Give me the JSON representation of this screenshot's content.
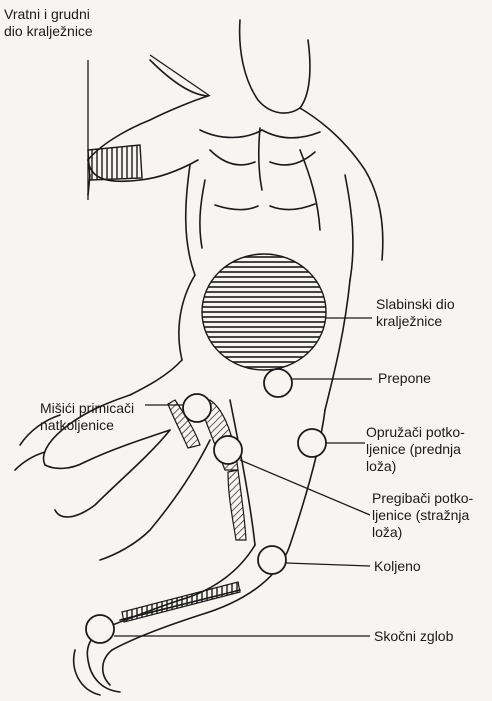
{
  "labels": {
    "cervical_thoracic_spine": [
      "Vratni i grudni",
      "dio kralježnice"
    ],
    "lumbar_spine": [
      "Slabinski dio",
      "kralježnice"
    ],
    "groin": [
      "Prepone"
    ],
    "thigh_adductors": [
      "Mišići primicači",
      "natkoljenice"
    ],
    "knee_extensors": [
      "Opružači potko-",
      "ljenice (prednja",
      "loža)"
    ],
    "knee_flexors": [
      "Pregibači potko-",
      "ljenice (stražnja",
      "loža)"
    ],
    "knee": [
      "Koljeno"
    ],
    "ankle": [
      "Skočni zglob"
    ]
  },
  "colors": {
    "ink": "#1a1a1a",
    "paper": "#f7f5f2"
  }
}
